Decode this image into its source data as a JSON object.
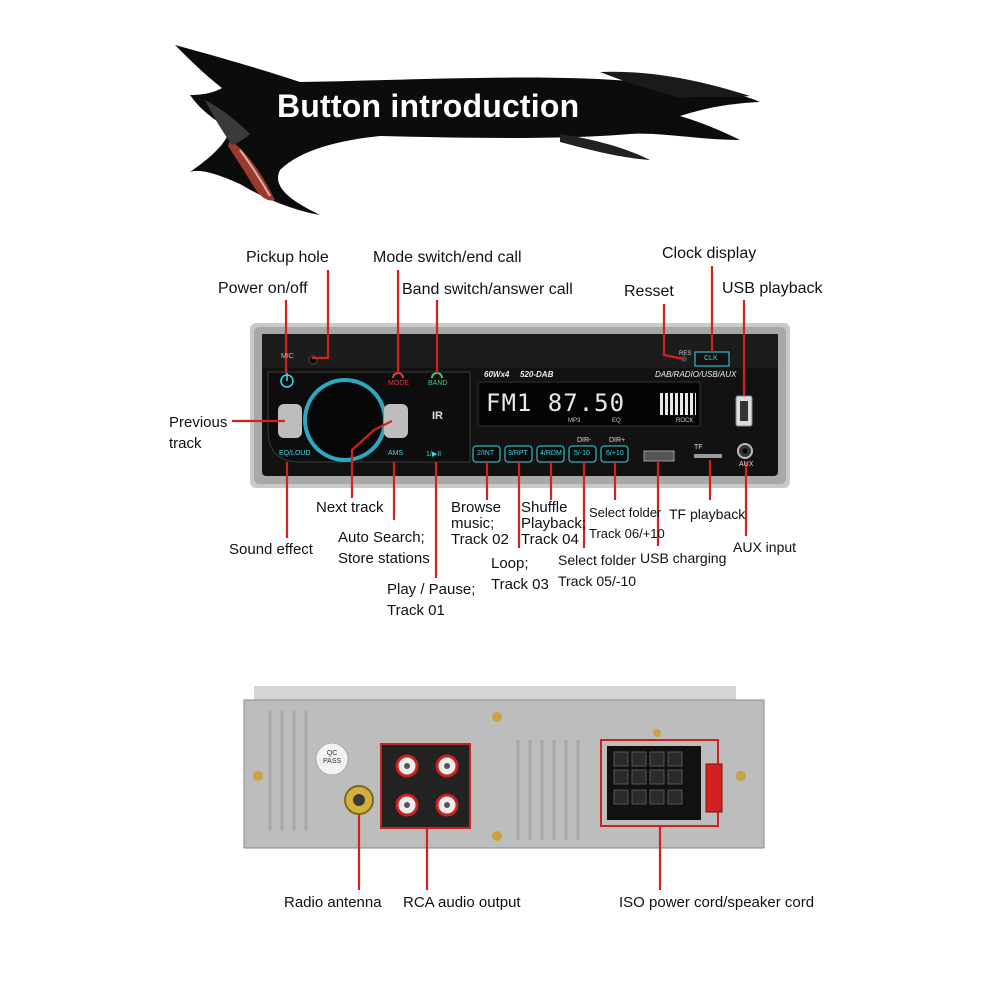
{
  "title": "Button introduction",
  "front_panel": {
    "button_text": {
      "mic": "MIC",
      "mode": "MODE",
      "band": "BAND",
      "ams": "AMS",
      "play": "1/▶II",
      "eq_loud": "EQ/LOUD",
      "res": "RES",
      "clk": "CLK",
      "model_left": "60Wx4",
      "model_right": "520-DAB",
      "sources": "DAB/RADIO/USB/AUX",
      "display": "FM1 87.50",
      "mp3": "MP3",
      "eq": "EQ",
      "rock": "ROCK",
      "ir": "IR",
      "aux": "AUX",
      "tf": "TF",
      "dir_minus": "DIR-",
      "dir_plus": "DIR+",
      "presets": [
        "2/INT",
        "3/RPT",
        "4/RDM",
        "5/-10",
        "6/+10"
      ]
    },
    "labels": {
      "pickup_hole": "Pickup hole",
      "mode_switch": "Mode switch/end call",
      "clock_display": "Clock display",
      "power": "Power on/off",
      "band_switch": "Band switch/answer call",
      "reset": "Resset",
      "usb_playback": "USB playback",
      "previous_track": "Previous\ntrack",
      "next_track": "Next track",
      "browse_music": "Browse\nmusic;\nTrack 02",
      "shuffle": "Shuffle\nPlayback;\nTrack 04",
      "select_folder_up": "Select folder\nTrack 06/+10",
      "tf_playback": "TF playback",
      "sound_effect": "Sound effect",
      "auto_search": "Auto Search;\nStore stations",
      "loop": "Loop;\nTrack 03",
      "select_folder_down": "Select folder\nTrack 05/-10",
      "usb_charging": "USB charging",
      "aux_input": "AUX input",
      "play_pause": "Play / Pause;\nTrack 01"
    }
  },
  "rear_panel": {
    "sticker": "QC\nPASS",
    "labels": {
      "radio_antenna": "Radio antenna",
      "rca_output": "RCA audio output",
      "iso_cord": "ISO power cord/speaker cord"
    }
  },
  "colors": {
    "leader_line": "#d42020",
    "button_cyan": "#3fd8e8",
    "button_red": "#e23a3a",
    "display_bg": "#0a0a0a",
    "panel": "#111111"
  }
}
